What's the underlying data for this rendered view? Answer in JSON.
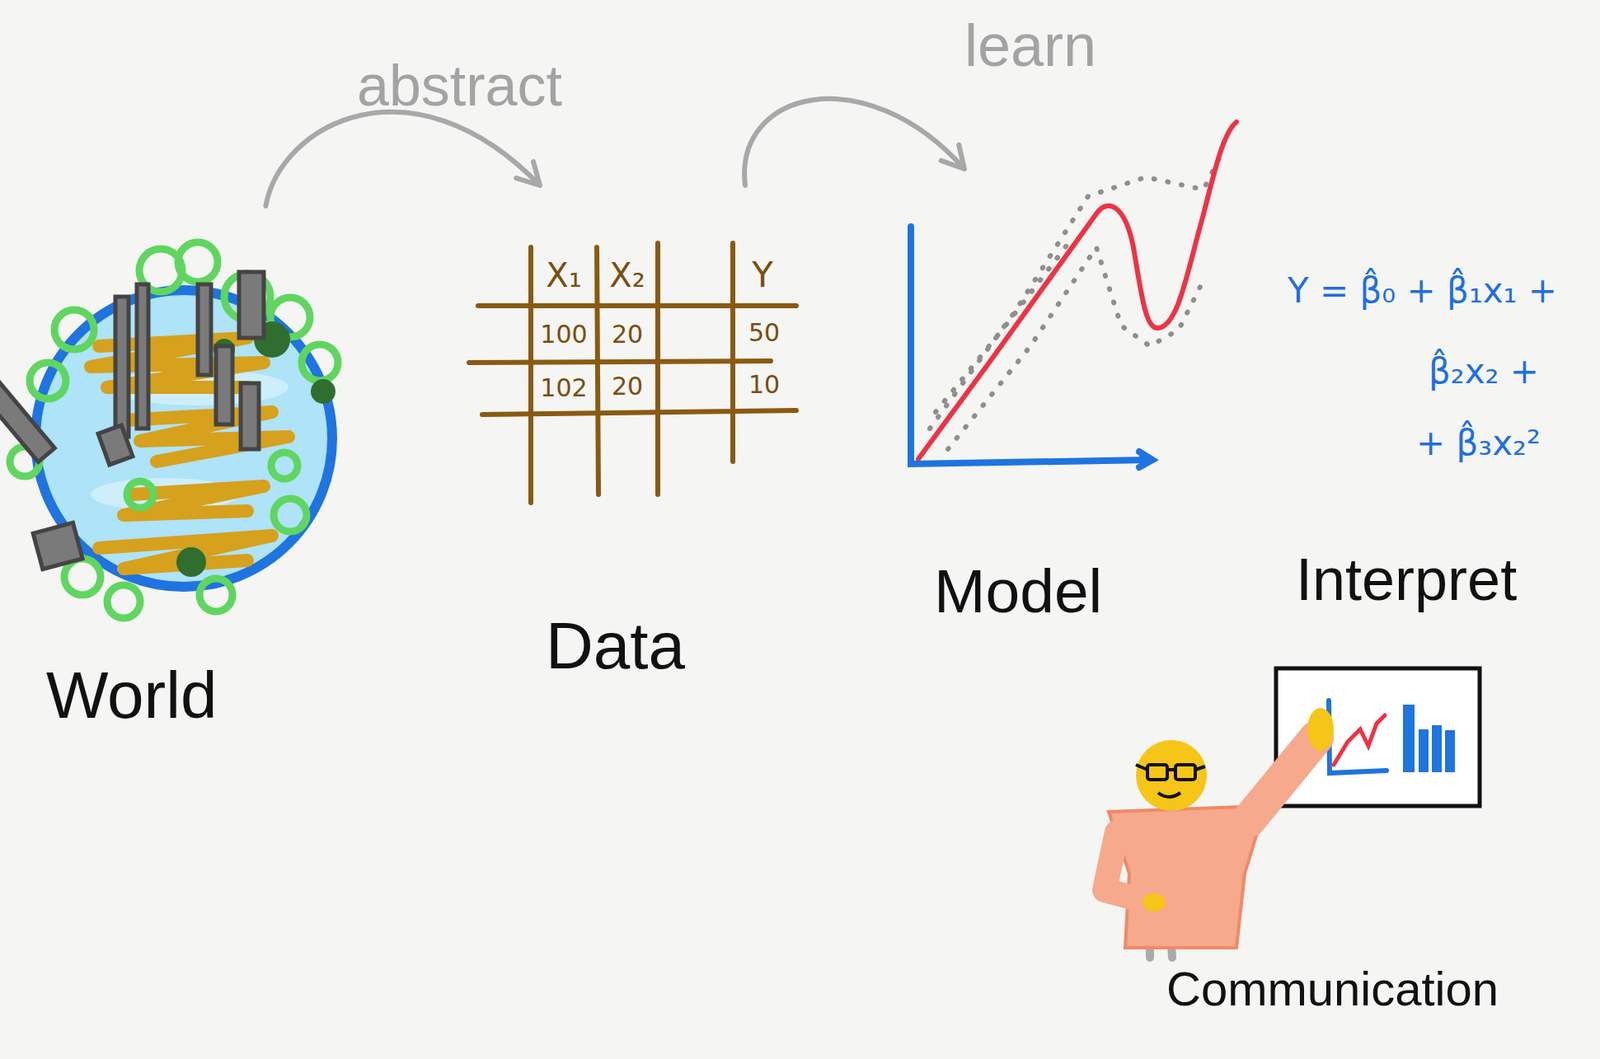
{
  "diagram": {
    "nodes": [
      {
        "text": [
          "World"
        ]
      },
      {
        "text": [
          "Data"
        ]
      },
      {
        "text": [
          "Model"
        ]
      }
    ],
    "edges": [
      {
        "from": 0,
        "to": 1,
        "label": "abstract",
        "arrow": "to"
      },
      {
        "from": 1,
        "to": 2,
        "label": "learn",
        "arrow": "to"
      }
    ],
    "labels": [
      "X₁",
      "X₂",
      "Y",
      "100",
      "20",
      "50",
      "102",
      "20",
      "10",
      "Y = β̂₀ + β̂₁x₁ +",
      "β̂₂x₂ +",
      "+ β̂₃x₂²",
      "Interpret",
      "Communication"
    ]
  }
}
